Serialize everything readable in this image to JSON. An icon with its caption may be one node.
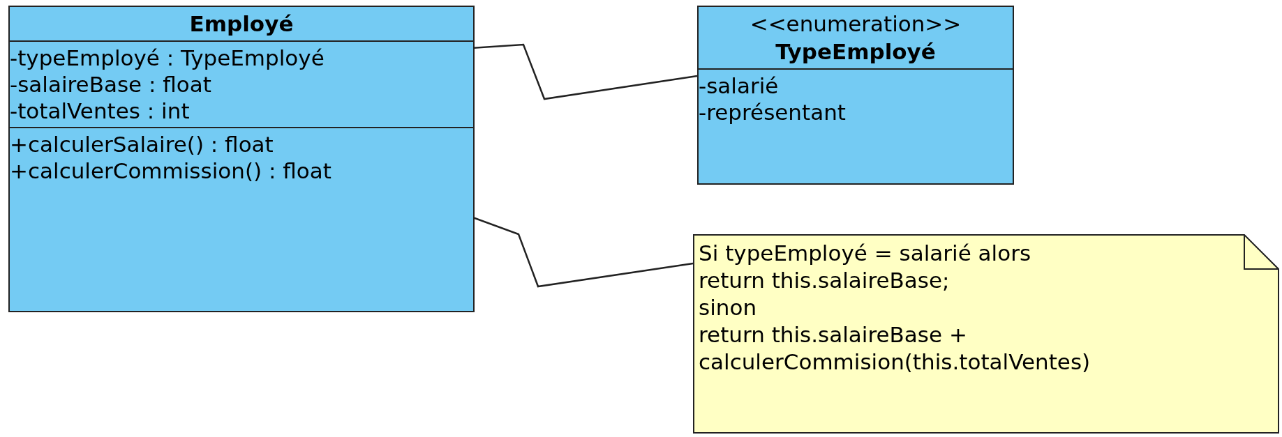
{
  "diagram": {
    "nodes": [
      {
        "text": [
          "Employé"
        ]
      },
      {
        "text": [
          "-typeEmployé : TypeEmployé"
        ],
        "in": 0
      },
      {
        "text": [
          "-salaireBase : float"
        ],
        "in": 0
      },
      {
        "text": [
          "-totalVentes : int"
        ],
        "in": 0
      },
      {
        "text": [
          "+calculerSalaire() : float"
        ],
        "in": 0
      },
      {
        "text": [
          "+calculerCommission() : float"
        ],
        "in": 0
      },
      {
        "text": [
          "<<enumeration>>",
          "TypeEmployé"
        ]
      },
      {
        "text": [
          "-salarié"
        ],
        "in": 6
      },
      {
        "text": [
          "-représentant"
        ],
        "in": 6
      },
      {
        "text": [
          "Si typeEmployé = salarié alors",
          "return this.salaireBase;",
          "sinon",
          "return this.salaireBase +",
          "calculerCommision(this.totalVentes)"
        ]
      }
    ],
    "edges": [
      {
        "from": 1,
        "to": 6,
        "arrow": "none"
      },
      {
        "from": 4,
        "to": 9,
        "arrow": "none"
      }
    ]
  }
}
